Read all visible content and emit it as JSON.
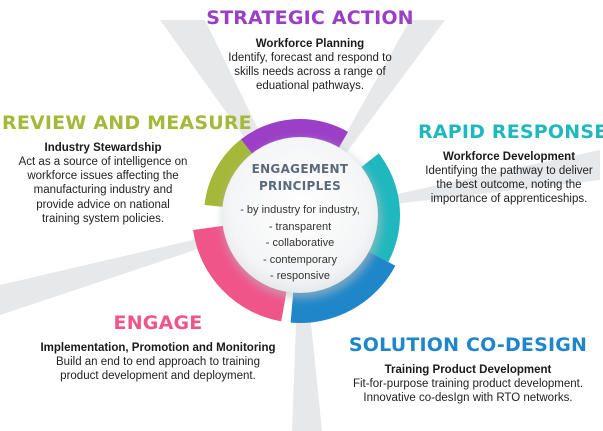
{
  "colors": {
    "strategic": "#9b3fc7",
    "rapid": "#20b8bf",
    "solution": "#1f87c9",
    "engage": "#f0558a",
    "review": "#a6b83a",
    "center_title": "#5a6a7a"
  },
  "center": {
    "title": "ENGAGEMENT\nPRINCIPLES",
    "items": [
      "- by industry for industry,",
      "- transparent",
      "- collaborative",
      "- contemporary",
      "- responsive"
    ]
  },
  "sections": {
    "strategic": {
      "heading": "STRATEGIC ACTION",
      "subheading": "Workforce Planning",
      "body": "Identify, forecast and respond to\nskills needs across a range of\neduational pathways."
    },
    "rapid": {
      "heading": "RAPID RESPONSE",
      "subheading": "Workforce Development",
      "body": "Identifying the pathway to deliver\nthe best outcome, noting the\nimportance of apprenticeships."
    },
    "solution": {
      "heading": "SOLUTION CO-DESIGN",
      "subheading": "Training Product Development",
      "body": "Fit-for-purpose training product development.\nInnovative co-desIgn with RTO networks."
    },
    "engage": {
      "heading": "ENGAGE",
      "subheading": "Implementation, Promotion and Monitoring",
      "body": "Build an end to end approach to training\nproduct development and deployment."
    },
    "review": {
      "heading": "REVIEW AND MEASURE",
      "subheading": "Industry Stewardship",
      "body": "Act as a source of intelligence on\nworkforce issues affecting the\nmanufacturing industry and\nprovide advice on national\ntraining system policies."
    }
  }
}
